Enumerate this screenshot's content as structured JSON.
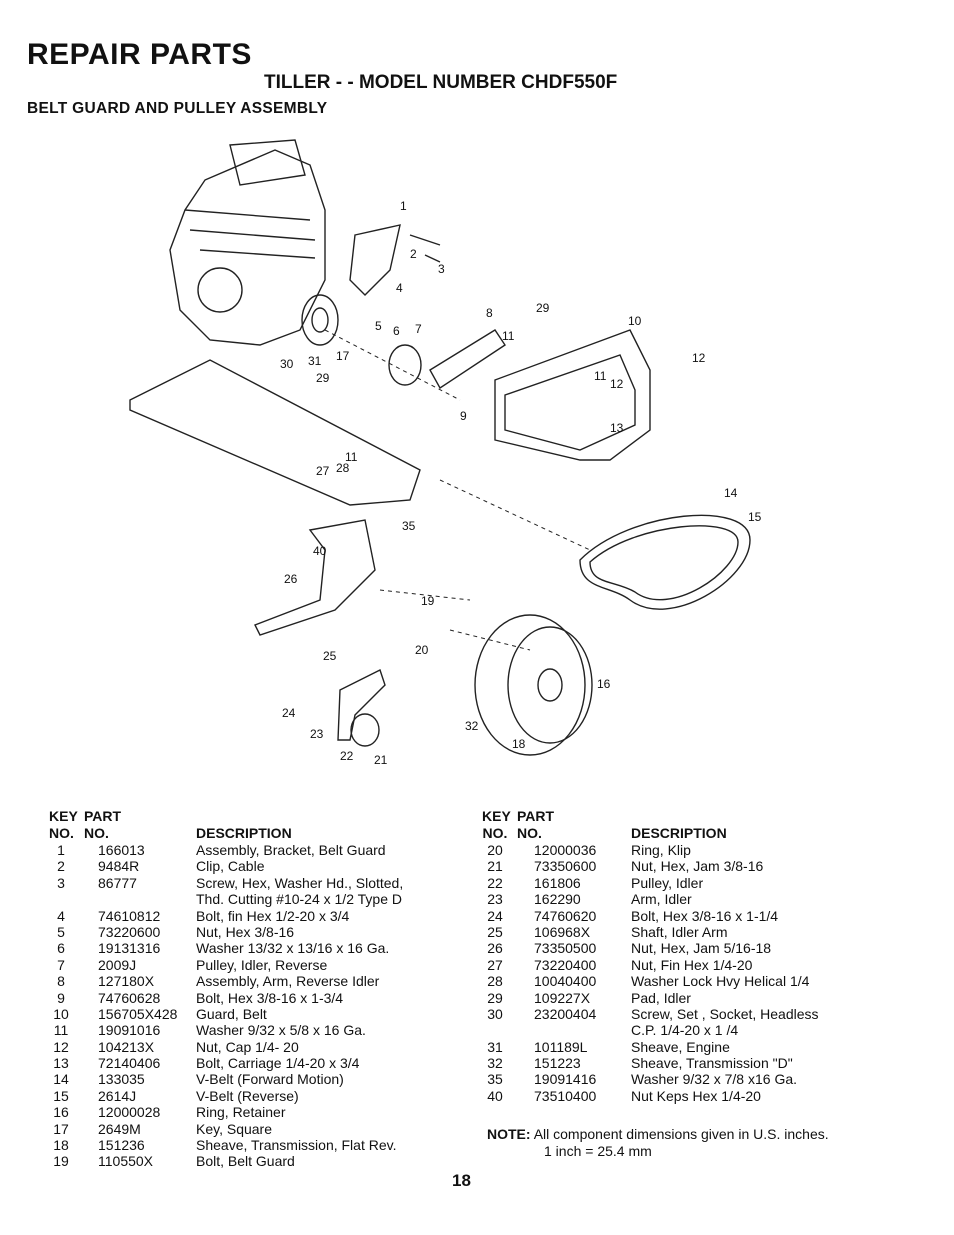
{
  "header": {
    "title": "REPAIR PARTS",
    "subtitle": "TILLER - - MODEL NUMBER CHDF550F",
    "section": "BELT GUARD AND PULLEY ASSEMBLY"
  },
  "diagram": {
    "callouts": [
      "1",
      "2",
      "3",
      "4",
      "5",
      "6",
      "7",
      "8",
      "29",
      "10",
      "11",
      "12",
      "11",
      "12",
      "13",
      "30",
      "31",
      "17",
      "29",
      "9",
      "11",
      "27",
      "28",
      "14",
      "15",
      "35",
      "40",
      "26",
      "19",
      "16",
      "25",
      "20",
      "32",
      "18",
      "24",
      "23",
      "22",
      "21"
    ]
  },
  "table_headers": {
    "key_line1": "KEY",
    "key_line2": "NO.",
    "part_line1": "PART",
    "part_line2": "NO.",
    "description": "DESCRIPTION"
  },
  "parts_left": [
    {
      "key": "1",
      "part": "166013",
      "desc": "Assembly, Bracket, Belt Guard"
    },
    {
      "key": "2",
      "part": "9484R",
      "desc": "Clip, Cable"
    },
    {
      "key": "3",
      "part": "86777",
      "desc": "Screw, Hex, Washer Hd., Slotted,"
    },
    {
      "key": "",
      "part": "",
      "desc": "Thd. Cutting  #10-24 x 1/2 Type D"
    },
    {
      "key": "4",
      "part": "74610812",
      "desc": "Bolt, fin Hex  1/2-20 x 3/4"
    },
    {
      "key": "5",
      "part": "73220600",
      "desc": "Nut, Hex 3/8-16"
    },
    {
      "key": "6",
      "part": "19131316",
      "desc": "Washer  13/32 x 13/16 x 16 Ga."
    },
    {
      "key": "7",
      "part": "2009J",
      "desc": "Pulley, Idler, Reverse"
    },
    {
      "key": "8",
      "part": "127180X",
      "desc": "Assembly, Arm, Reverse Idler"
    },
    {
      "key": "9",
      "part": "74760628",
      "desc": "Bolt, Hex  3/8-16 x 1-3/4"
    },
    {
      "key": "10",
      "part": "156705X428",
      "desc": "Guard, Belt"
    },
    {
      "key": "11",
      "part": "19091016",
      "desc": "Washer  9/32 x 5/8 x 16 Ga."
    },
    {
      "key": "12",
      "part": "104213X",
      "desc": "Nut, Cap  1/4- 20"
    },
    {
      "key": "13",
      "part": "72140406",
      "desc": "Bolt, Carriage  1/4-20 x  3/4"
    },
    {
      "key": "14",
      "part": "133035",
      "desc": "V-Belt (Forward Motion)"
    },
    {
      "key": "15",
      "part": "2614J",
      "desc": "V-Belt (Reverse)"
    },
    {
      "key": "16",
      "part": "12000028",
      "desc": "Ring, Retainer"
    },
    {
      "key": "17",
      "part": "2649M",
      "desc": "Key, Square"
    },
    {
      "key": "18",
      "part": "151236",
      "desc": "Sheave, Transmission, Flat Rev."
    },
    {
      "key": "19",
      "part": "110550X",
      "desc": "Bolt, Belt Guard"
    }
  ],
  "parts_right": [
    {
      "key": "20",
      "part": "12000036",
      "desc": "Ring, Klip"
    },
    {
      "key": "21",
      "part": "73350600",
      "desc": "Nut, Hex, Jam  3/8-16"
    },
    {
      "key": "22",
      "part": "161806",
      "desc": "Pulley, Idler"
    },
    {
      "key": "23",
      "part": "162290",
      "desc": "Arm, Idler"
    },
    {
      "key": "24",
      "part": "74760620",
      "desc": "Bolt, Hex  3/8-16 x  1-1/4"
    },
    {
      "key": "25",
      "part": "106968X",
      "desc": "Shaft, Idler Arm"
    },
    {
      "key": "26",
      "part": "73350500",
      "desc": "Nut, Hex, Jam  5/16-18"
    },
    {
      "key": "27",
      "part": "73220400",
      "desc": "Nut, Fin Hex 1/4-20"
    },
    {
      "key": "28",
      "part": "10040400",
      "desc": "Washer Lock Hvy Helical 1/4"
    },
    {
      "key": "29",
      "part": "109227X",
      "desc": "Pad, Idler"
    },
    {
      "key": "30",
      "part": "23200404",
      "desc": "Screw, Set , Socket, Headless"
    },
    {
      "key": "",
      "part": "",
      "desc": "C.P.  1/4-20 x 1 /4"
    },
    {
      "key": "31",
      "part": "101189L",
      "desc": "Sheave, Engine"
    },
    {
      "key": "32",
      "part": "151223",
      "desc": "Sheave, Transmission \"D\""
    },
    {
      "key": "35",
      "part": "19091416",
      "desc": "Washer 9/32 x 7/8 x16 Ga."
    },
    {
      "key": "40",
      "part": "73510400",
      "desc": "Nut Keps Hex 1/4-20"
    }
  ],
  "note": {
    "label": "NOTE:",
    "line1": "All component dimensions given in U.S. inches.",
    "line2": "1 inch = 25.4 mm"
  },
  "page_number": "18"
}
